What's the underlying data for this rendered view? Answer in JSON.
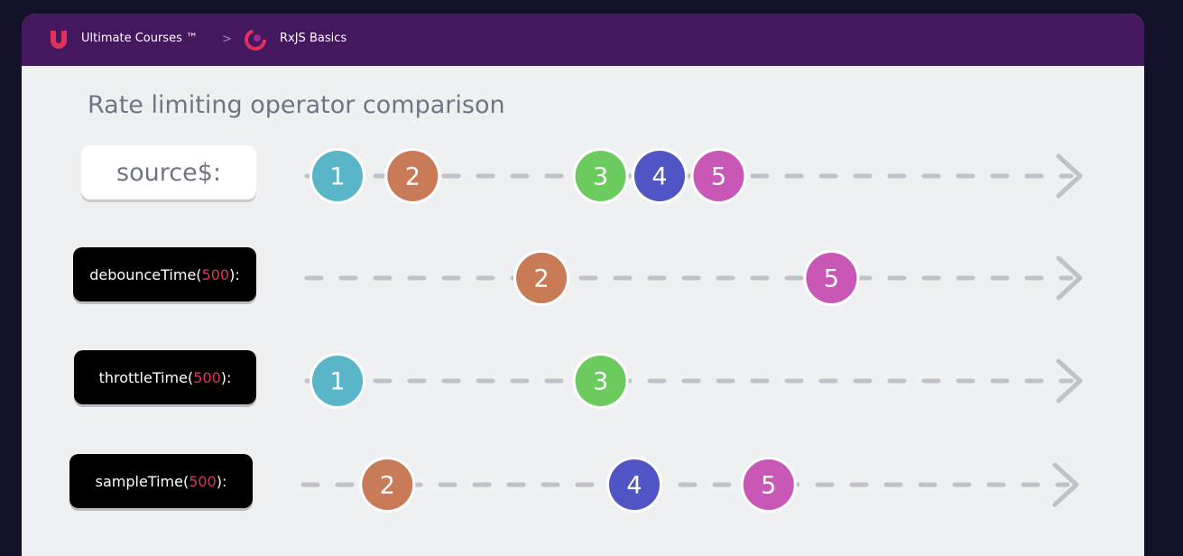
{
  "header": {
    "site_name": "Ultimate Courses ™",
    "separator": ">",
    "course_name": "RxJS Basics",
    "icons": [
      "ultimate-courses-logo-icon",
      "chevron-right-icon",
      "rxjs-logo-icon"
    ]
  },
  "slide": {
    "title": "Rate limiting operator comparison"
  },
  "colors": {
    "1": "#5ab5c9",
    "2": "#c97b57",
    "3": "#6ccb5f",
    "4": "#5054c4",
    "5": "#c957b5",
    "line": "#c0c2c9",
    "header_bg": "#45175f",
    "arg": "#e0315d"
  },
  "timelines": [
    {
      "name": "source",
      "label": "source$:",
      "label_text": "source$:",
      "style": "light",
      "events": [
        {
          "value": "1",
          "t": 0.0
        },
        {
          "value": "2",
          "t": 0.14
        },
        {
          "value": "3",
          "t": 0.49
        },
        {
          "value": "4",
          "t": 0.6
        },
        {
          "value": "5",
          "t": 0.71
        }
      ]
    },
    {
      "name": "debounce",
      "label": "debounceTime(500):",
      "label_prefix": "debounceTime(",
      "label_arg": "500",
      "label_suffix": "):",
      "style": "dark",
      "events": [
        {
          "value": "2",
          "t": 0.38
        },
        {
          "value": "5",
          "t": 0.92
        }
      ]
    },
    {
      "name": "throttle",
      "label": "throttleTime(500):",
      "label_prefix": "throttleTime(",
      "label_arg": "500",
      "label_suffix": "):",
      "style": "dark",
      "events": [
        {
          "value": "1",
          "t": 0.0
        },
        {
          "value": "3",
          "t": 0.49
        }
      ]
    },
    {
      "name": "sample",
      "label": "sampleTime(500):",
      "label_prefix": "sampleTime(",
      "label_arg": "500",
      "label_suffix": "):",
      "style": "dark",
      "events": [
        {
          "value": "2",
          "t": 0.14
        },
        {
          "value": "4",
          "t": 0.6
        },
        {
          "value": "5",
          "t": 0.85
        }
      ]
    }
  ]
}
